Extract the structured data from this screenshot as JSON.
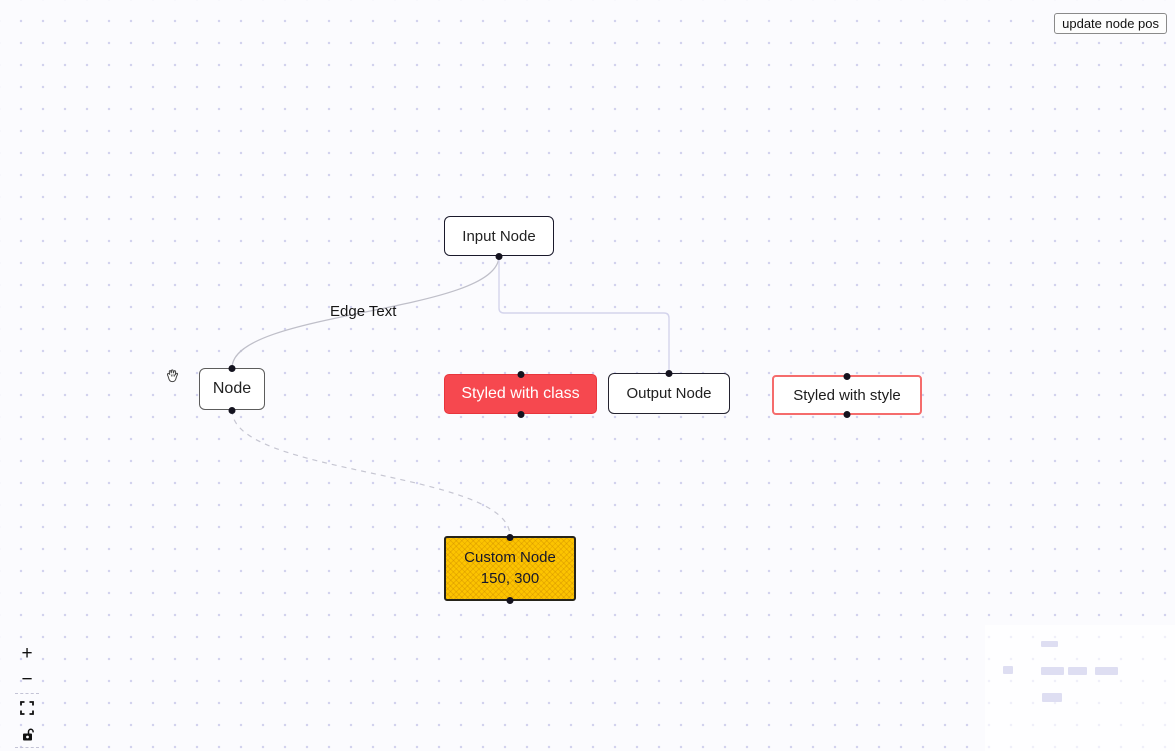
{
  "toolbar": {
    "update_button": "update node pos"
  },
  "nodes": {
    "input": {
      "label": "Input Node"
    },
    "basic": {
      "label": "Node"
    },
    "styled_class": {
      "label": "Styled with class"
    },
    "output": {
      "label": "Output Node"
    },
    "styled_style": {
      "label": "Styled with style"
    },
    "custom": {
      "line1": "Custom Node",
      "line2": "150, 300"
    }
  },
  "edge": {
    "label": "Edge Text"
  },
  "controls": {
    "zoom_in": "+",
    "zoom_out": "−",
    "icons": [
      "plus-icon",
      "minus-icon",
      "fit-view-icon",
      "unlock-icon"
    ]
  },
  "cursor": {
    "icon": "grab-hand-cursor"
  },
  "colors": {
    "canvas_bg": "#fbfbfe",
    "grid_dot": "#d2d2ee",
    "red_node_bg": "#f6484f",
    "styled_style_border": "#f56c6c",
    "custom_node_bg": "#fcc400",
    "node_border_dark": "#1a192b",
    "edge_stroke": "#c4c4d6",
    "handle": "#14131f",
    "minimap_node": "#dedef2"
  }
}
